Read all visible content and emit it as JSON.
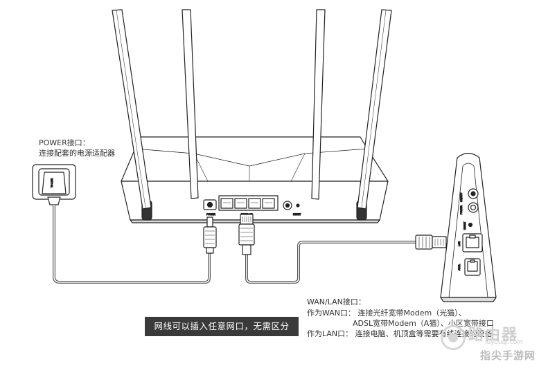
{
  "labels": {
    "power_title": "POWER接口：",
    "power_desc": "连接配套的电源适配器",
    "wan_title": "WAN/LAN接口：",
    "wan_line1": "作为WAN口：  连接光纤宽带Modem（光猫）、",
    "wan_line2": "ADSL宽带Modem（A猫）、小区宽带接口",
    "wan_line3": "作为LAN口：  连接电脑、机顶盒等需要有线连接的设备"
  },
  "banner": "网线可以插入任意网口，无需区分",
  "router_labels": {
    "power": "POWER",
    "wan_lan": "WAN/LAN",
    "reset": "RESET"
  },
  "modem_labels": {
    "onoff": "ON/OFF",
    "power": "POWER",
    "reset": "RESET",
    "lan": "LAN",
    "adsl": "ADSL"
  },
  "adapter_brand": "TP-LINK",
  "watermark": {
    "main": "路由器",
    "url": "luyouqi.com",
    "sub": "指尖手游网"
  },
  "colors": {
    "line": "#222222",
    "cable": "#555555",
    "banner_bg": "#3a3a3a"
  }
}
